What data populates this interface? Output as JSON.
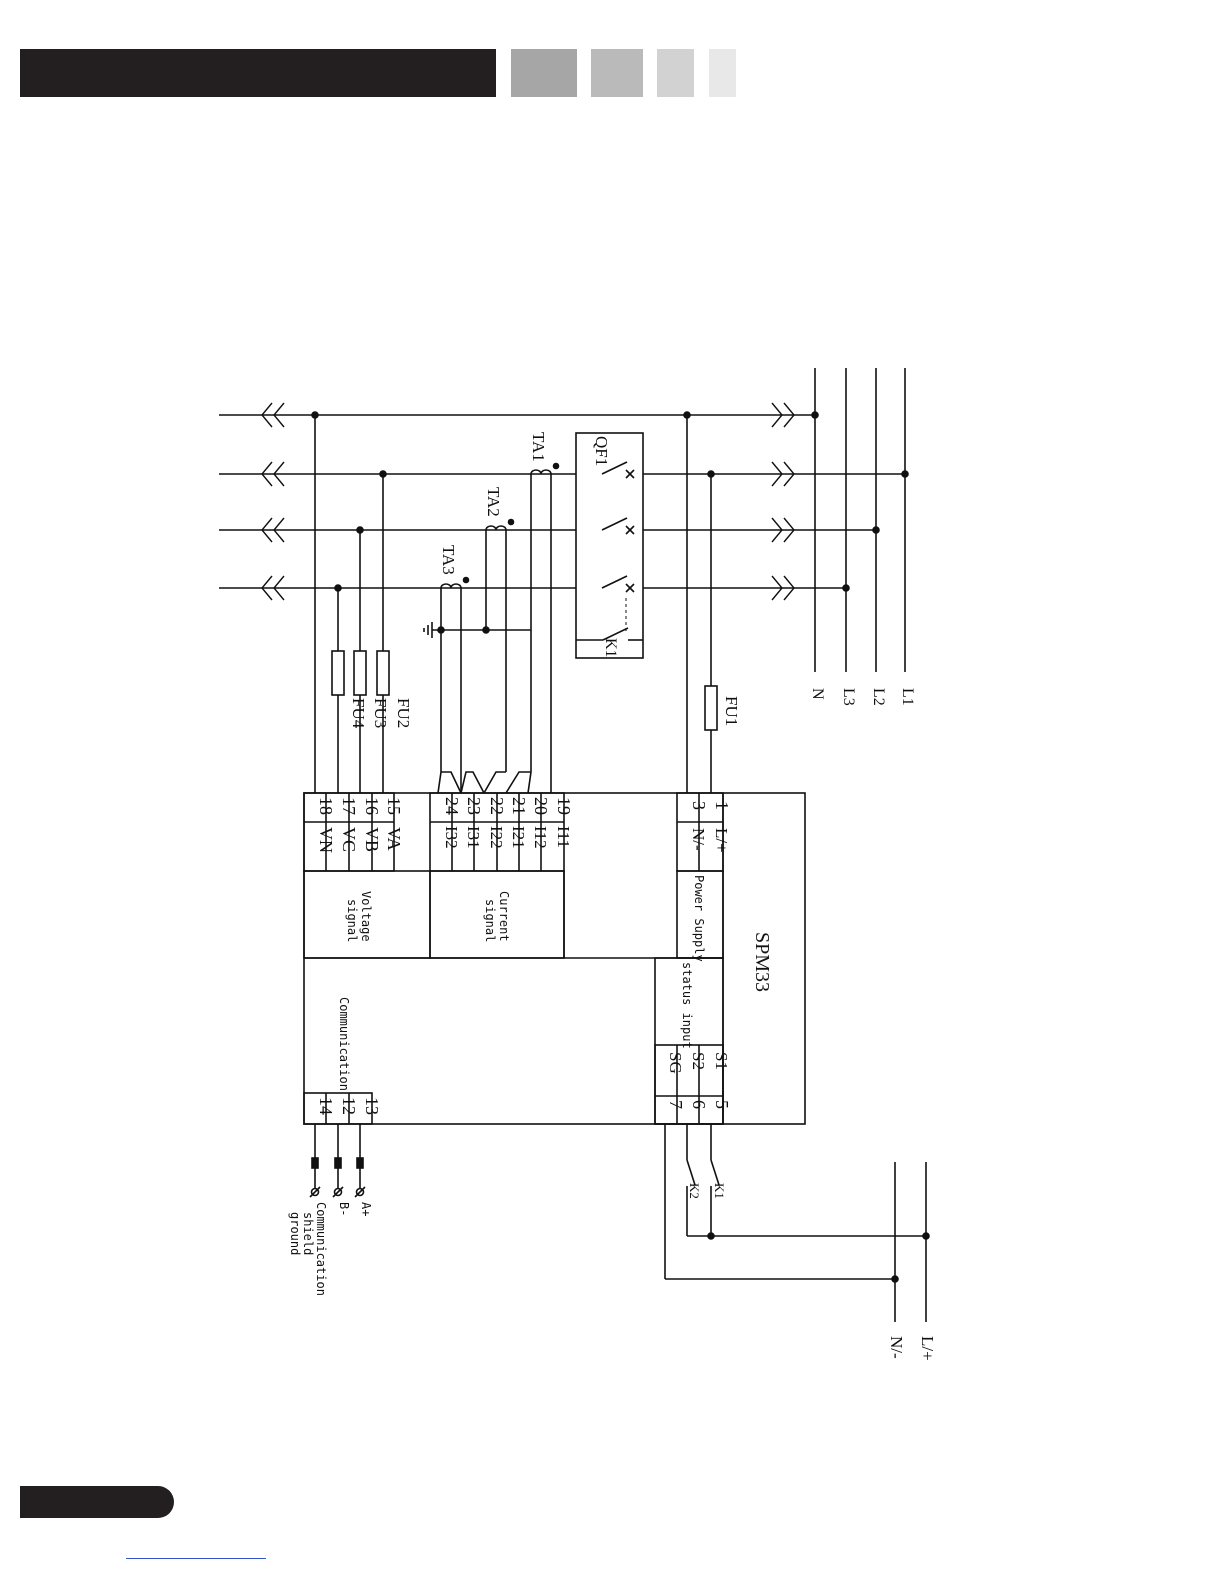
{
  "header": {
    "title": "Appendix 1",
    "gray_blocks": [
      "#a6a6a6",
      "#bababa",
      "#d2d2d2",
      "#e8e8e8"
    ]
  },
  "device": {
    "name": "SPM33"
  },
  "lines": {
    "l1": "L1",
    "l2": "L2",
    "l3": "L3",
    "n": "N"
  },
  "breaker": {
    "qf": "QF1",
    "k": "K1"
  },
  "cts": {
    "ta1": "TA1",
    "ta2": "TA2",
    "ta3": "TA3"
  },
  "fuses": {
    "fu1": "FU1",
    "fu2": "FU2",
    "fu3": "FU3",
    "fu4": "FU4"
  },
  "voltage_terminals": [
    {
      "num": "15",
      "name": "VA"
    },
    {
      "num": "16",
      "name": "VB"
    },
    {
      "num": "17",
      "name": "VC"
    },
    {
      "num": "18",
      "name": "VN"
    }
  ],
  "current_terminals": [
    {
      "num": "19",
      "name": "I11"
    },
    {
      "num": "20",
      "name": "I12"
    },
    {
      "num": "21",
      "name": "I21"
    },
    {
      "num": "22",
      "name": "I22"
    },
    {
      "num": "23",
      "name": "I31"
    },
    {
      "num": "24",
      "name": "I32"
    }
  ],
  "power_terminals": [
    {
      "num": "1",
      "name": "L/+"
    },
    {
      "num": "3",
      "name": "N/-"
    }
  ],
  "status_terminals": [
    {
      "num": "5",
      "name": "S1"
    },
    {
      "num": "6",
      "name": "S2"
    },
    {
      "num": "7",
      "name": "SG"
    }
  ],
  "comm_terminals": [
    {
      "num": "13",
      "label": "A+"
    },
    {
      "num": "12",
      "label": "B-"
    },
    {
      "num": "14",
      "label": "Communication shield ground"
    }
  ],
  "sections": {
    "voltage": "Voltage signal",
    "current": "Current signal",
    "power": "Power Supply",
    "status": "status input",
    "comm": "Communication"
  },
  "status_contacts": {
    "k1": "K1",
    "k2": "K2"
  },
  "dc_supply": {
    "plus": "L/+",
    "minus": "N/-"
  }
}
